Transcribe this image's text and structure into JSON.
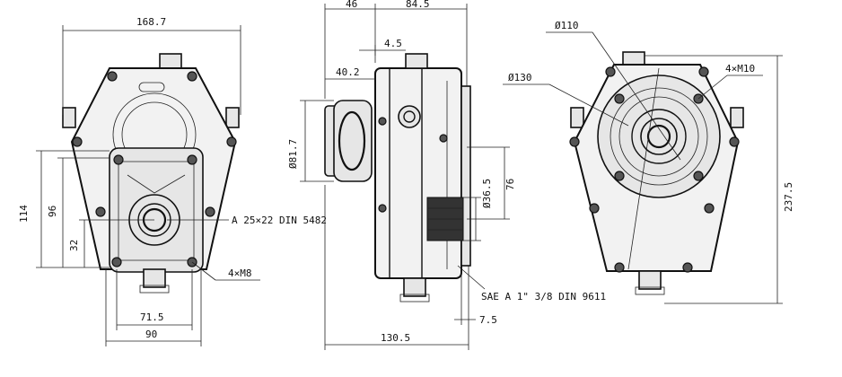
{
  "front_view": {
    "width_label": "168.7",
    "height_114": "114",
    "height_96": "96",
    "height_32": "32",
    "shaft_label": "A 25×22 DIN 5482",
    "bolts_label": "4×M8",
    "width_71_label": "71.5",
    "width_90_label": "90"
  },
  "side_view": {
    "top_46": "46",
    "top_84": "84.5",
    "top_45": "4.5",
    "offset_40": "40.2",
    "dia_81": "Ø81.7",
    "dia_36": "Ø36.5",
    "dim_76": "76",
    "flange_label": "SAE A 1\" 3/8 DIN 9611",
    "dim_75": "7.5",
    "total_width": "130.5"
  },
  "rear_view": {
    "dia_110": "Ø110",
    "dia_130": "Ø130",
    "bolts_label": "4×M10",
    "height_label": "237.5"
  }
}
